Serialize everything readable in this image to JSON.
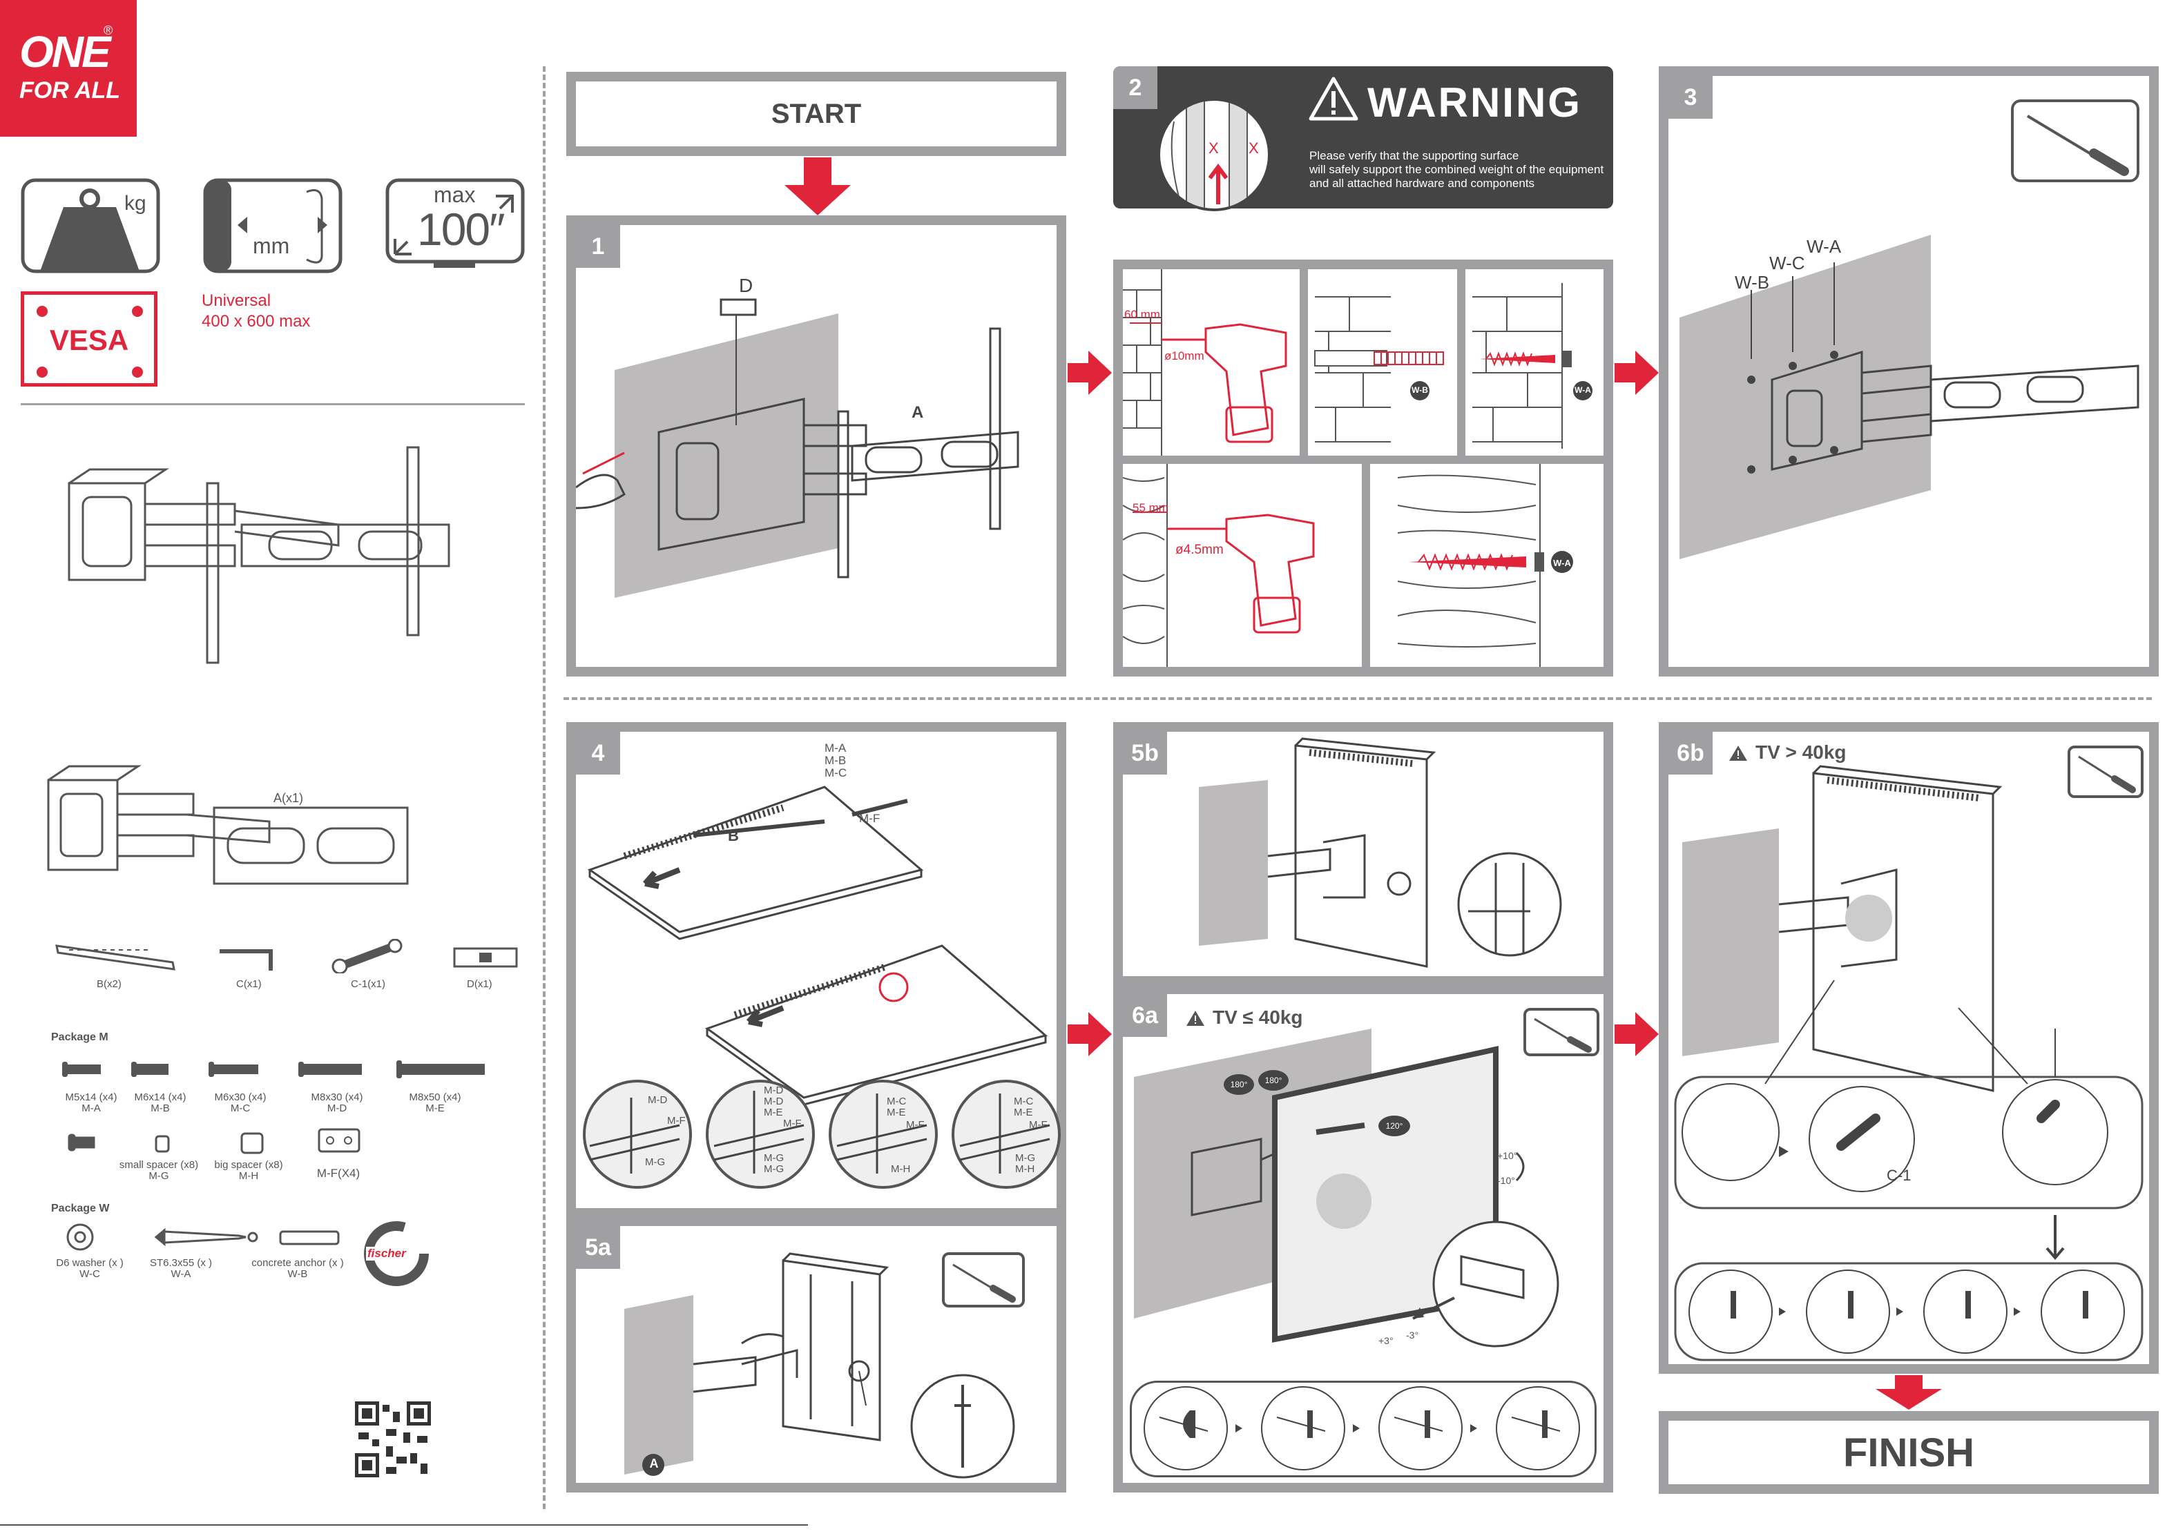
{
  "brand": {
    "line1": "ONE",
    "line2": "FOR ALL",
    "reg": "®",
    "color": "#e0243a"
  },
  "specs": {
    "weight_unit": "kg",
    "width_unit": "mm",
    "size_prefix": "max",
    "size_value": "100″",
    "vesa_label": "VESA",
    "vesa_line1": "Universal",
    "vesa_line2": "400 x 600 max"
  },
  "parts": {
    "arm_label": "A(x1)",
    "items": [
      {
        "label": "B(x2)"
      },
      {
        "label": "C(x1)"
      },
      {
        "label": "C-1(x1)"
      },
      {
        "label": "D(x1)"
      }
    ],
    "package_m_title": "Package M",
    "package_m": [
      {
        "size": "M5x14 (x4)",
        "code": "M-A"
      },
      {
        "size": "M6x14 (x4)",
        "code": "M-B"
      },
      {
        "size": "M6x30 (x4)",
        "code": "M-C"
      },
      {
        "size": "M8x30 (x4)",
        "code": "M-D"
      },
      {
        "size": "M8x50 (x4)",
        "code": "M-E"
      }
    ],
    "spacer_small": "small spacer (x8)",
    "spacer_small_code": "M-G",
    "spacer_big": "big spacer (x8)",
    "spacer_big_code": "M-H",
    "plate_code": "M-F(X4)",
    "package_w_title": "Package W",
    "package_w": [
      {
        "size": "D6 washer (x  )",
        "code": "W-C"
      },
      {
        "size": "ST6.3x55 (x  )",
        "code": "W-A"
      },
      {
        "size": "concrete anchor (x  )",
        "code": "W-B"
      }
    ],
    "fischer": "fischer"
  },
  "flow": {
    "start": "START",
    "finish": "FINISH"
  },
  "steps": {
    "s1": {
      "num": "1",
      "label_d": "D",
      "label_a": "A"
    },
    "s2": {
      "num": "2",
      "warning_title": "WARNING",
      "warning_text_1": "Please verify that the supporting surface",
      "warning_text_2": "will safely support the combined weight of the equipment",
      "warning_text_3": "and all attached hardware and components",
      "mark": "X",
      "drill_1_depth": "60 mm",
      "drill_1_diam": "ø10mm",
      "drill_2_depth": "55 mm",
      "drill_2_diam": "ø4.5mm",
      "tag_wb": "W-B",
      "tag_wa": "W-A"
    },
    "s3": {
      "num": "3",
      "label_wa": "W-A",
      "label_wc": "W-C",
      "label_wb": "W-B"
    },
    "s4": {
      "num": "4",
      "label_b": "B",
      "label_ma": "M-A",
      "label_mb": "M-B",
      "label_mc": "M-C",
      "label_mf": "M-F",
      "c1": [
        "M-D",
        "M-F",
        "M-G"
      ],
      "c2": [
        "M-D",
        "M-D",
        "M-E",
        "M-F",
        "M-G",
        "M-G"
      ],
      "c3": [
        "M-C",
        "M-E",
        "M-F",
        "M-H"
      ],
      "c4": [
        "M-C",
        "M-E",
        "M-F",
        "M-G",
        "M-H"
      ]
    },
    "s5a": {
      "num": "5a",
      "label_a": "A"
    },
    "s5b": {
      "num": "5b"
    },
    "s6a": {
      "num": "6a",
      "cond": "TV ≤ 40kg",
      "rot1": "180°",
      "rot2": "180°",
      "rot3": "120°",
      "tilt_up": "+10°",
      "tilt_down": "-10°",
      "level_l": "+3°",
      "level_r": "-3°"
    },
    "s6b": {
      "num": "6b",
      "cond": "TV > 40kg",
      "tool": "C-1"
    }
  }
}
